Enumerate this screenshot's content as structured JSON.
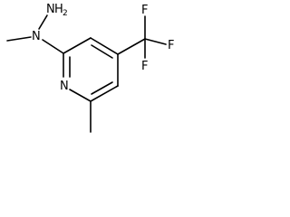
{
  "molecule": {
    "atoms": {
      "amine_n": "N",
      "amine_h": "H",
      "amine_h_count": "2",
      "hydrazine_n": "N",
      "ring_n": "N",
      "fluorine_1": "F",
      "fluorine_2": "F",
      "fluorine_3": "F"
    }
  }
}
